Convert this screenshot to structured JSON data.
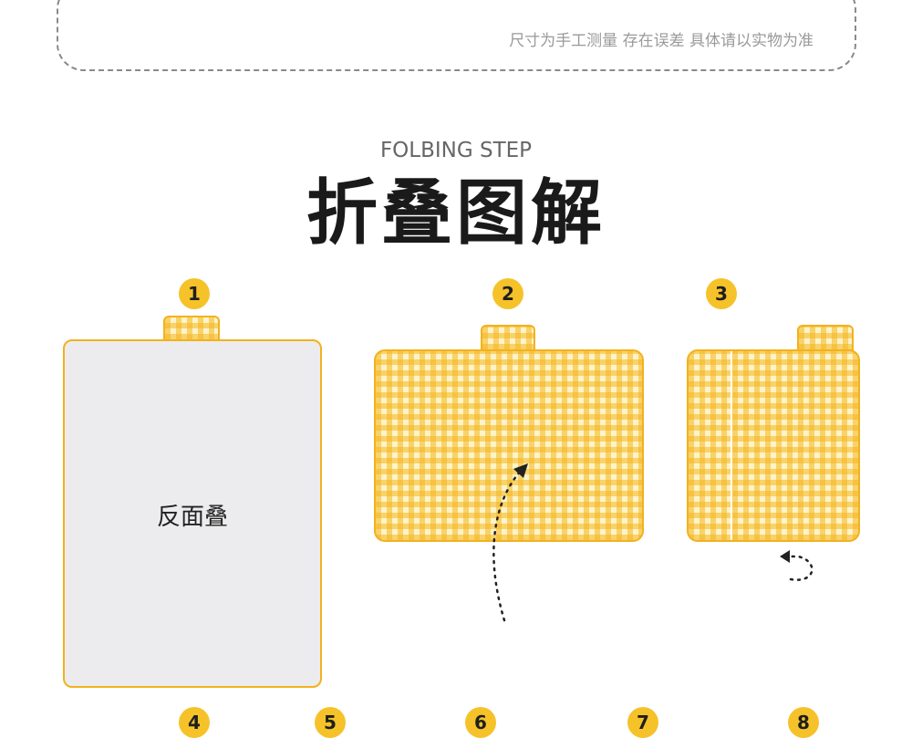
{
  "note_text": "尺寸为手工测量 存在误差 具体请以实物为准",
  "section": {
    "subtitle": "FOLBING STEP",
    "title": "折叠图解"
  },
  "steps_top": [
    {
      "number": "1",
      "label": "反面叠"
    },
    {
      "number": "2"
    },
    {
      "number": "3"
    }
  ],
  "steps_bottom": [
    "4",
    "5",
    "6",
    "7",
    "8"
  ],
  "colors": {
    "accent_yellow": "#f6c22a",
    "mat_border": "#f2b21e",
    "gingham_light": "#fdf3c8",
    "mat_grey": "#ececee"
  },
  "icons": [
    "curved-arrow-up-icon",
    "curl-arrow-left-icon"
  ]
}
